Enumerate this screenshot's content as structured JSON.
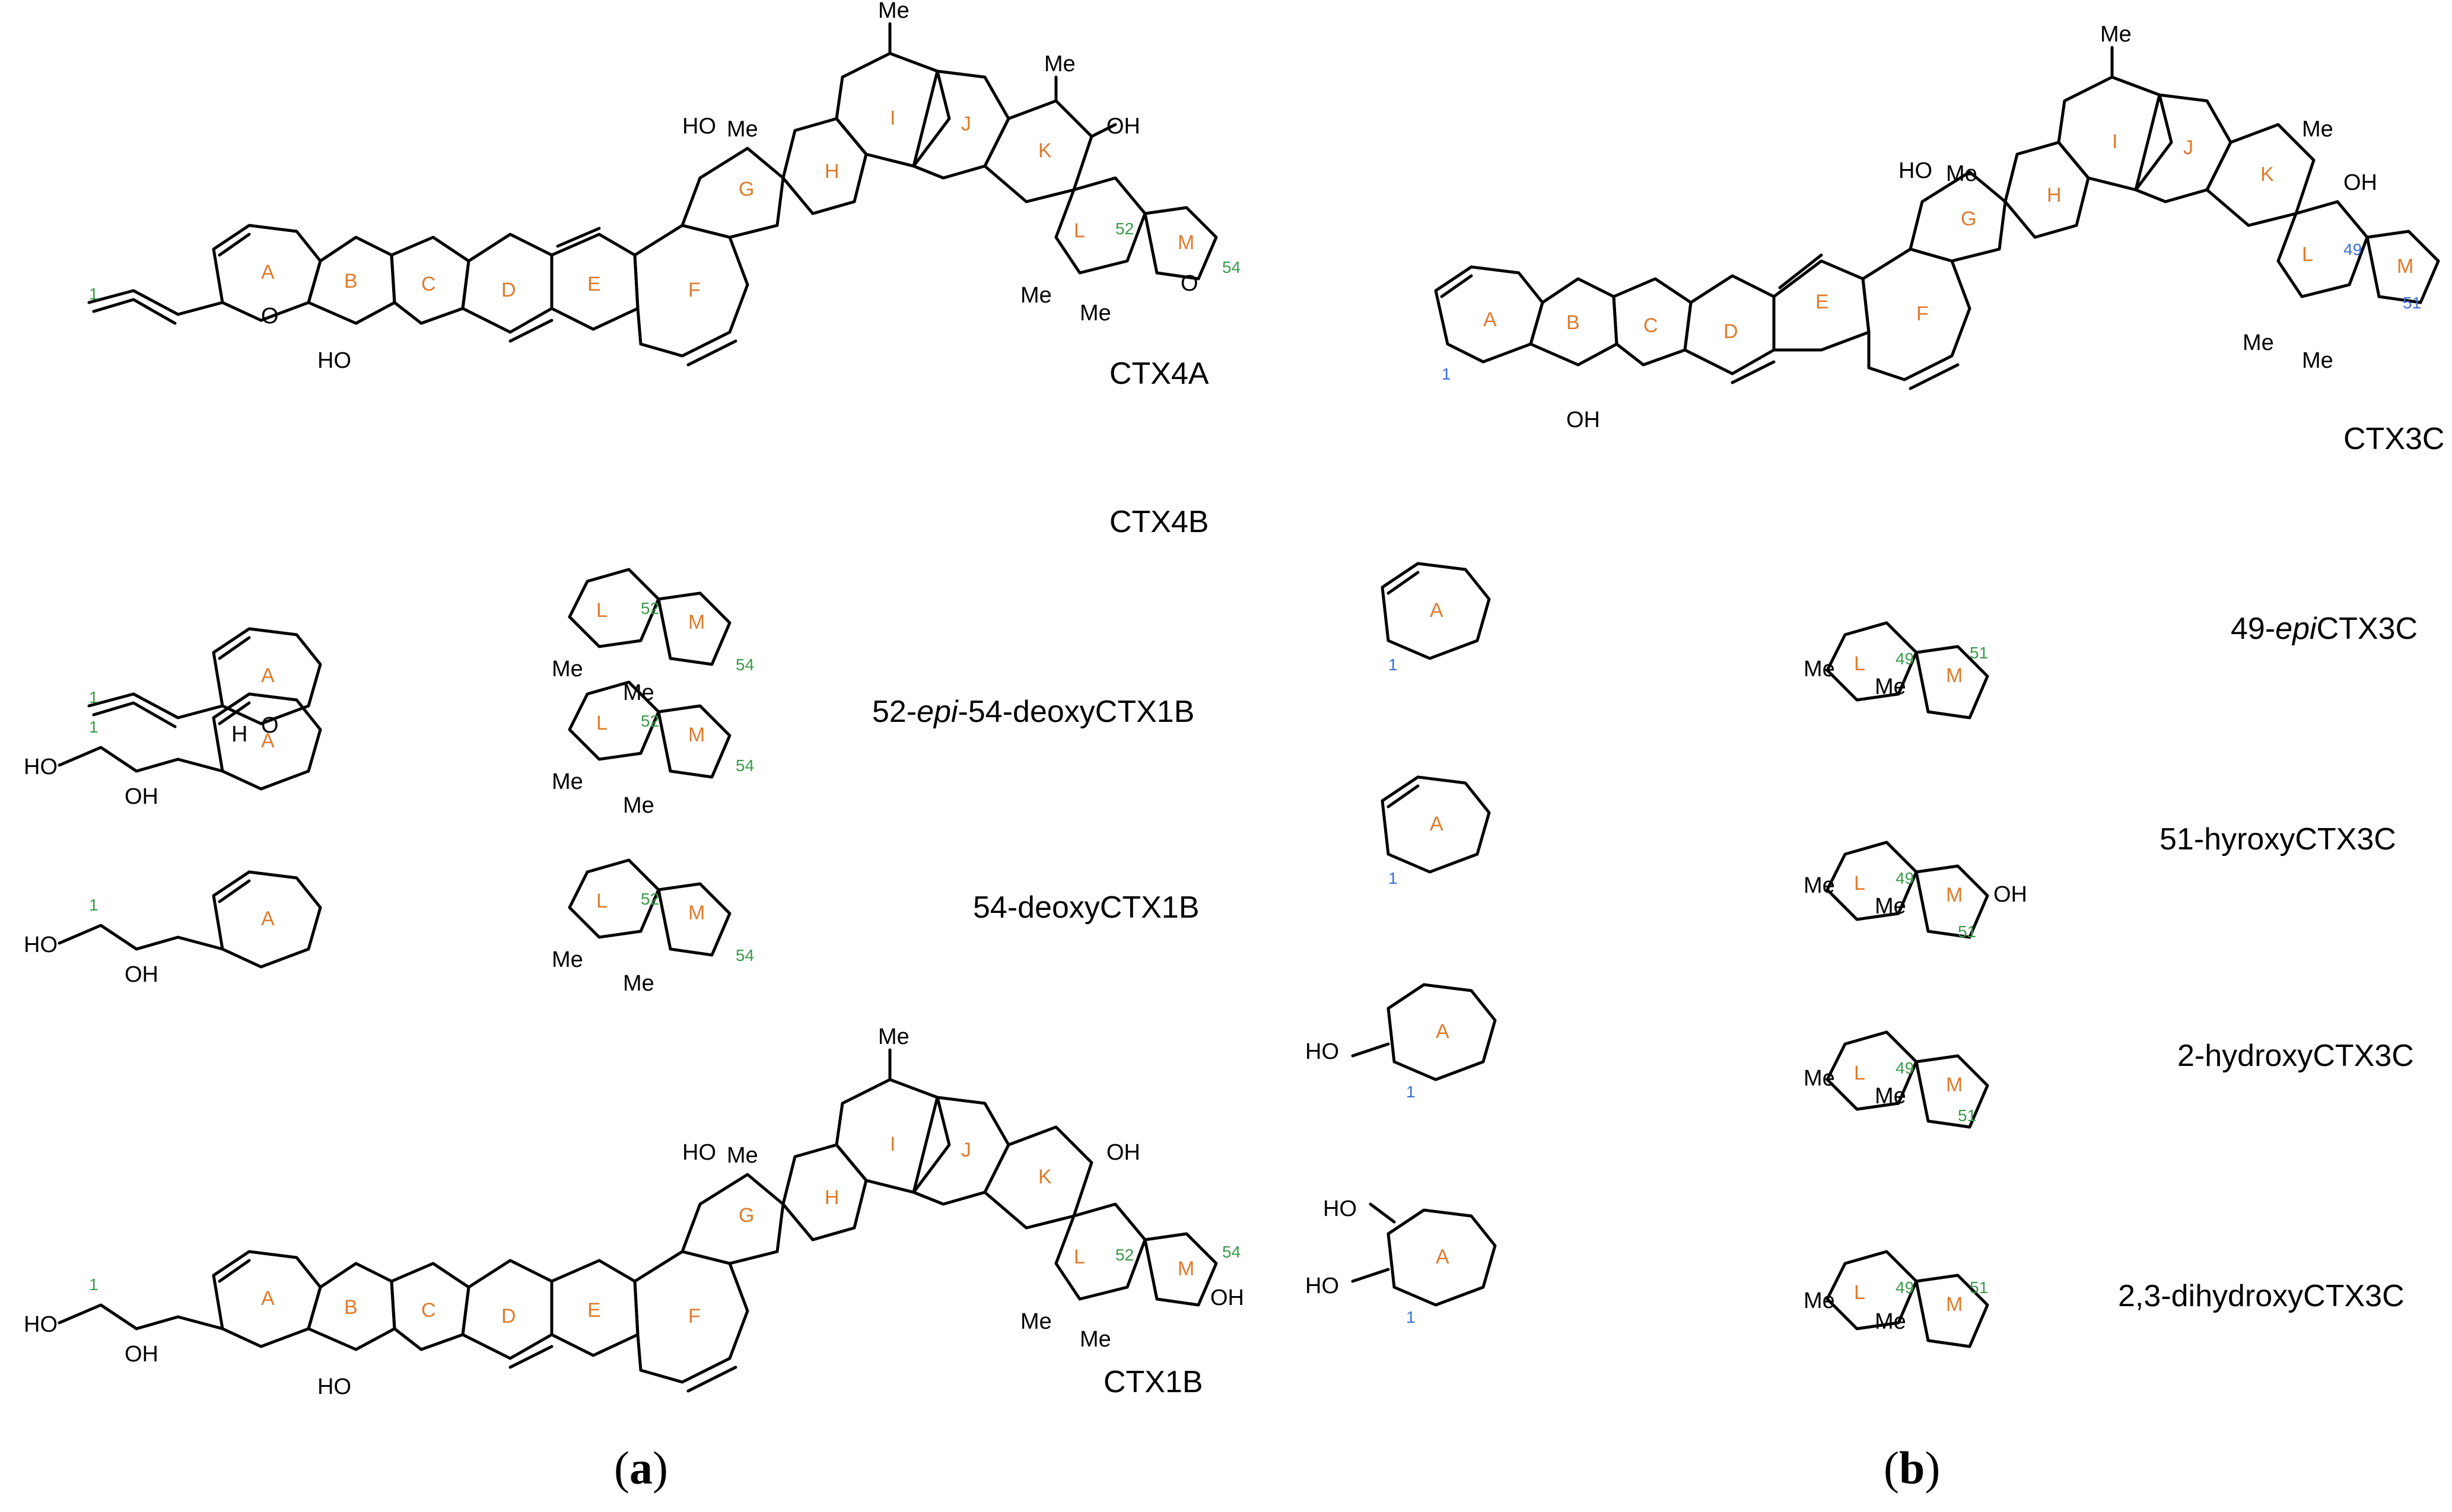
{
  "panels": {
    "a": {
      "open": "(",
      "letter": "a",
      "close": ")",
      "compounds": [
        "CTX4A",
        "CTX4B",
        "52-",
        "epi",
        "-54-deoxyCTX1B",
        "54-deoxyCTX1B",
        "CTX1B"
      ]
    },
    "b": {
      "open": "(",
      "letter": "b",
      "close": ")",
      "compounds": [
        "CTX3C",
        "49-",
        "epi",
        "CTX3C",
        "51-hyroxyCTX3C",
        "2-hydroxyCTX3C",
        "2,3-dihydroxyCTX3C"
      ]
    }
  },
  "ring_letters": [
    "A",
    "B",
    "C",
    "D",
    "E",
    "F",
    "G",
    "H",
    "I",
    "J",
    "K",
    "L",
    "M"
  ],
  "atom_labels": {
    "me": "Me",
    "oh": "OH",
    "ho": "HO",
    "o": "O",
    "h": "H"
  },
  "atom_numbers": {
    "c1": "1",
    "c49": "49",
    "c51": "51",
    "c52": "52",
    "c54": "54"
  },
  "colors": {
    "bond": "#000000",
    "ring_letter": "#e07b2a",
    "number_green": "#3a9a4a",
    "number_blue": "#3b6fd6",
    "text": "#000000"
  }
}
